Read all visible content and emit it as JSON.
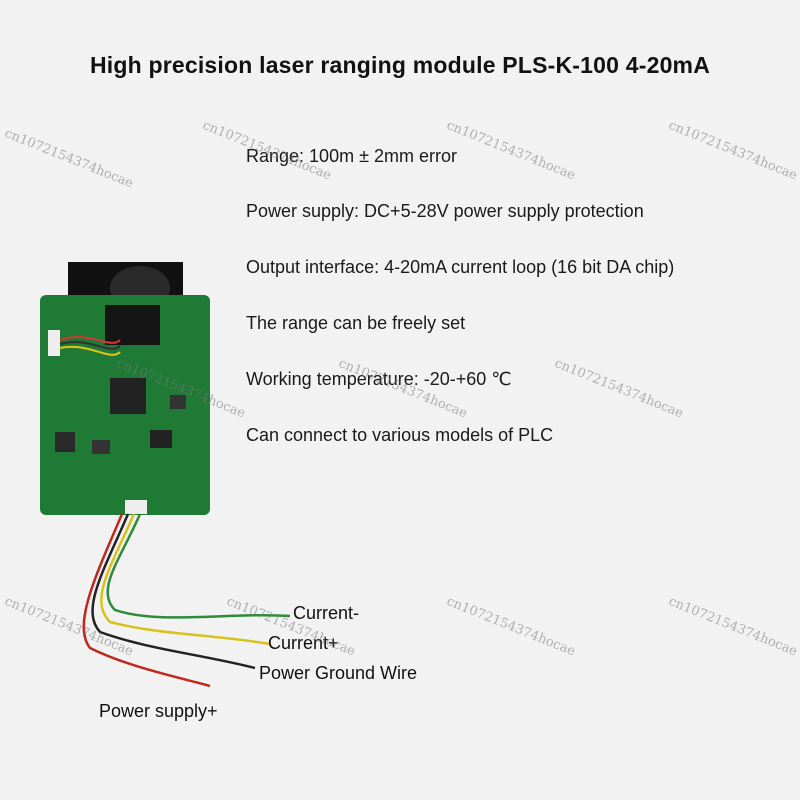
{
  "title": "High precision laser ranging module PLS-K-100 4-20mA",
  "specs": [
    "Range: 100m ± 2mm error",
    "Power supply: DC+5-28V power supply protection",
    "Output interface: 4-20mA current loop (16 bit DA chip)",
    "The range can be freely set",
    "Working temperature: -20-+60 ℃",
    "Can connect to various models of PLC"
  ],
  "wires": {
    "current_minus": "Current-",
    "current_plus": "Current+",
    "ground": "Power Ground Wire",
    "power": "Power supply+"
  },
  "watermark": "cn1072154374hocae",
  "colors": {
    "pcb": "#1f7a36",
    "wire_green": "#2e8b3a",
    "wire_yellow": "#d8c21a",
    "wire_black": "#222222",
    "wire_red": "#c0281e"
  }
}
